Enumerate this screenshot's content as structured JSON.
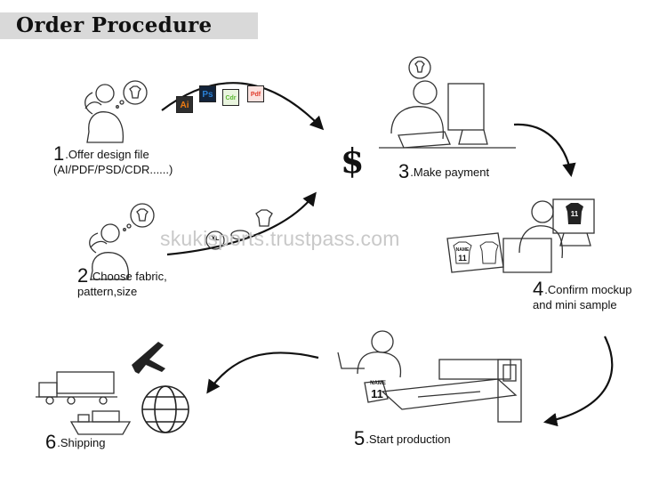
{
  "header": {
    "title": "Order Procedure"
  },
  "watermark": "skukisports.trustpass.com",
  "steps": [
    {
      "num": "1",
      "text": ".Offer design file",
      "sub": "(AI/PDF/PSD/CDR......)"
    },
    {
      "num": "2",
      "text": ".Choose fabric,",
      "sub": "pattern,size"
    },
    {
      "num": "3",
      "text": ".Make payment"
    },
    {
      "num": "4",
      "text": ".Confirm mockup",
      "sub": "and mini sample"
    },
    {
      "num": "5",
      "text": ".Start production"
    },
    {
      "num": "6",
      "text": ".Shipping"
    }
  ],
  "symbols": {
    "currency": "$",
    "size_tag": "XL"
  },
  "file_icons": [
    {
      "label": "Ai",
      "color": "#f07c12"
    },
    {
      "label": "Ps",
      "color": "#2a7fd4"
    },
    {
      "label": "Cdr",
      "color": "#5cb832"
    },
    {
      "label": "Pdf",
      "color": "#e03c2c"
    }
  ],
  "shirt_marks": {
    "name": "NAME",
    "number": "11"
  }
}
